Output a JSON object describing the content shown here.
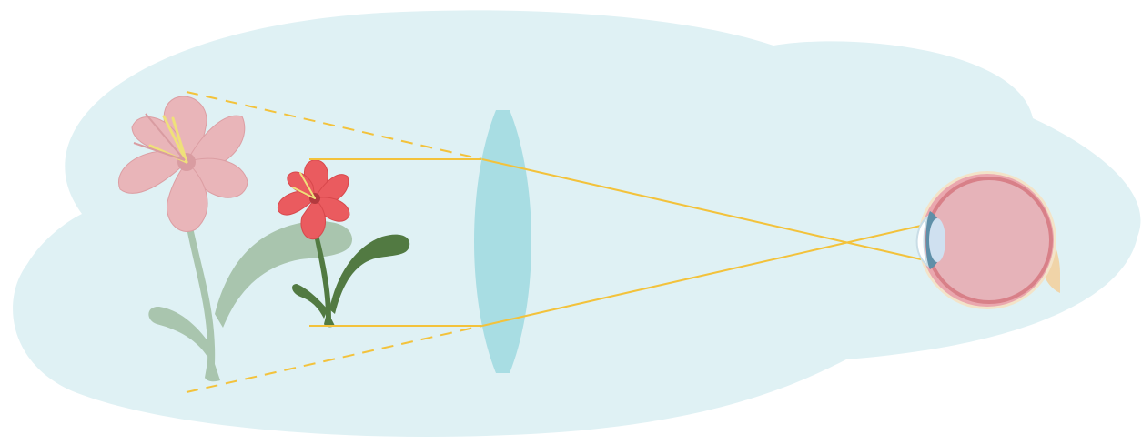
{
  "diagram": {
    "subject": "magnifying-lens-virtual-image",
    "colors": {
      "background_blob": "#dff1f4",
      "lens": "#a8dde3",
      "ray": "#f3c23b",
      "virtual_flower_petal": "#e9b5b9",
      "virtual_flower_leaf": "#a9c5ae",
      "real_flower_petal": "#ea5b5f",
      "real_flower_leaf": "#527a42",
      "stamen": "#efe07a",
      "eye_sclera": "#e6b3b9",
      "eye_rim": "#d88088",
      "eye_lens": "#cfe0f0",
      "eye_iris": "#5f8fa8",
      "eye_nerve": "#f0d4a8"
    },
    "elements": [
      "virtual-image-flower-icon",
      "real-object-flower-icon",
      "convex-lens",
      "eye-icon",
      "light-rays",
      "virtual-ray-extensions"
    ]
  }
}
